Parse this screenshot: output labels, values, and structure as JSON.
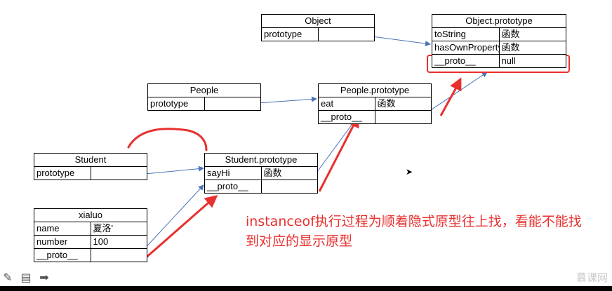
{
  "tables": {
    "object": {
      "header": "Object",
      "rows": [
        [
          "prototype",
          ""
        ]
      ]
    },
    "object_prototype": {
      "header": "Object.prototype",
      "rows": [
        [
          "toString",
          "函数"
        ],
        [
          "hasOwnProperty",
          "函数"
        ],
        [
          "__proto__",
          "null"
        ]
      ]
    },
    "people": {
      "header": "People",
      "rows": [
        [
          "prototype",
          ""
        ]
      ]
    },
    "people_prototype": {
      "header": "People.prototype",
      "rows": [
        [
          "eat",
          "函数"
        ],
        [
          "__proto__",
          ""
        ]
      ]
    },
    "student": {
      "header": "Student",
      "rows": [
        [
          "prototype",
          ""
        ]
      ]
    },
    "student_prototype": {
      "header": "Student.prototype",
      "rows": [
        [
          "sayHi",
          "函数"
        ],
        [
          "__proto__",
          ""
        ]
      ]
    },
    "xialuo": {
      "header": "xialuo",
      "rows": [
        [
          "name",
          "夏洛'"
        ],
        [
          "number",
          "100"
        ],
        [
          "__proto__",
          ""
        ]
      ]
    }
  },
  "caption": {
    "line1": "instanceof执行过程为顺着隐式原型往上找，看能不能找",
    "line2": "到对应的显示原型"
  },
  "watermark": "慕课网",
  "icons": [
    "pencil-icon",
    "note-icon",
    "arrow-right-icon"
  ],
  "colors": {
    "arrow": "#4a72b8",
    "highlight": "#e8302e",
    "caption": "#e8302e"
  }
}
